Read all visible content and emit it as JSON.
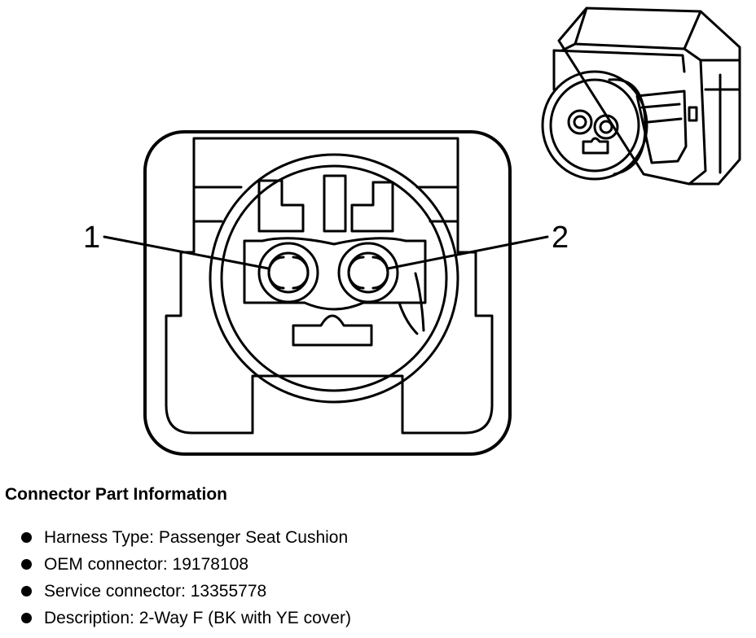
{
  "diagram": {
    "pins": [
      {
        "label": "1"
      },
      {
        "label": "2"
      }
    ]
  },
  "info": {
    "title": "Connector Part Information",
    "items": [
      "Harness Type: Passenger Seat Cushion",
      "OEM connector: 19178108",
      "Service connector: 13355778",
      "Description: 2-Way F (BK with YE cover)"
    ]
  }
}
